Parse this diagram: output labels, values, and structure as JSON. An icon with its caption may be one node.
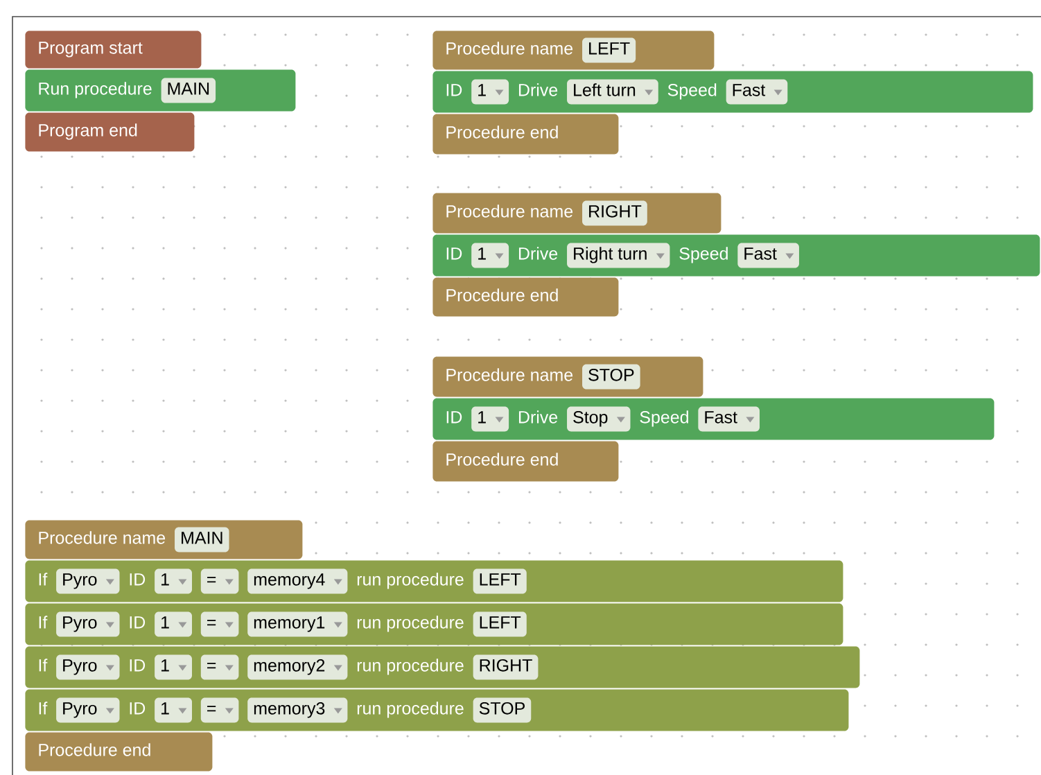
{
  "diagram": {
    "nodes": [
      {
        "text": [
          "Program start"
        ]
      },
      {
        "text": [
          "Run procedure"
        ]
      },
      {
        "text": [
          "MAIN"
        ],
        "in": 1
      },
      {
        "text": [
          "Program end"
        ]
      },
      {
        "text": [
          "Procedure name"
        ]
      },
      {
        "text": [
          "LEFT"
        ],
        "in": 4
      },
      {
        "text": [
          "ID",
          "Drive",
          "Speed"
        ]
      },
      {
        "text": [
          "1"
        ],
        "in": 6
      },
      {
        "text": [
          "Left turn"
        ],
        "in": 6
      },
      {
        "text": [
          "Fast"
        ],
        "in": 6
      },
      {
        "text": [
          "Procedure end"
        ]
      },
      {
        "text": [
          "Procedure name"
        ]
      },
      {
        "text": [
          "RIGHT"
        ],
        "in": 11
      },
      {
        "text": [
          "ID",
          "Drive",
          "Speed"
        ]
      },
      {
        "text": [
          "1"
        ],
        "in": 13
      },
      {
        "text": [
          "Right turn"
        ],
        "in": 13
      },
      {
        "text": [
          "Fast"
        ],
        "in": 13
      },
      {
        "text": [
          "Procedure end"
        ]
      },
      {
        "text": [
          "Procedure name"
        ]
      },
      {
        "text": [
          "STOP"
        ],
        "in": 18
      },
      {
        "text": [
          "ID",
          "Drive",
          "Speed"
        ]
      },
      {
        "text": [
          "1"
        ],
        "in": 20
      },
      {
        "text": [
          "Stop"
        ],
        "in": 20
      },
      {
        "text": [
          "Fast"
        ],
        "in": 20
      },
      {
        "text": [
          "Procedure end"
        ]
      },
      {
        "text": [
          "Procedure name"
        ]
      },
      {
        "text": [
          "MAIN"
        ],
        "in": 25
      },
      {
        "text": [
          "If",
          "ID",
          "run procedure"
        ]
      },
      {
        "text": [
          "Pyro"
        ],
        "in": 27
      },
      {
        "text": [
          "1"
        ],
        "in": 27
      },
      {
        "text": [
          "="
        ],
        "in": 27
      },
      {
        "text": [
          "memory4"
        ],
        "in": 27
      },
      {
        "text": [
          "LEFT"
        ],
        "in": 27
      },
      {
        "text": [
          "If",
          "ID",
          "run procedure"
        ]
      },
      {
        "text": [
          "Pyro"
        ],
        "in": 33
      },
      {
        "text": [
          "1"
        ],
        "in": 33
      },
      {
        "text": [
          "="
        ],
        "in": 33
      },
      {
        "text": [
          "memory1"
        ],
        "in": 33
      },
      {
        "text": [
          "LEFT"
        ],
        "in": 33
      },
      {
        "text": [
          "If",
          "ID",
          "run procedure"
        ]
      },
      {
        "text": [
          "Pyro"
        ],
        "in": 39
      },
      {
        "text": [
          "1"
        ],
        "in": 39
      },
      {
        "text": [
          "="
        ],
        "in": 39
      },
      {
        "text": [
          "memory2"
        ],
        "in": 39
      },
      {
        "text": [
          "RIGHT"
        ],
        "in": 39
      },
      {
        "text": [
          "If",
          "ID",
          "run procedure"
        ]
      },
      {
        "text": [
          "Pyro"
        ],
        "in": 45
      },
      {
        "text": [
          "1"
        ],
        "in": 45
      },
      {
        "text": [
          "="
        ],
        "in": 45
      },
      {
        "text": [
          "memory3"
        ],
        "in": 45
      },
      {
        "text": [
          "STOP"
        ],
        "in": 45
      },
      {
        "text": [
          "Procedure end"
        ]
      }
    ]
  }
}
